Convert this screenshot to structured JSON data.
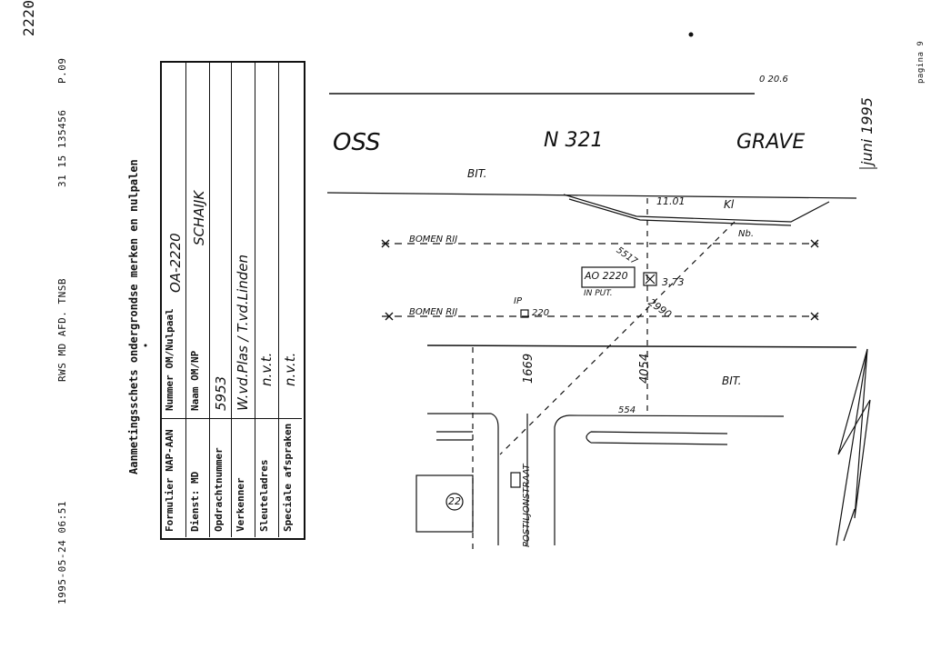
{
  "header": {
    "page_no": "2220",
    "fax_date": "1995-05-24  06:51",
    "fax_sender": "RWS MD AFD. TNSB",
    "fax_phone": "31 15 135456",
    "fax_page": "P.09"
  },
  "form": {
    "title": "Aanmetingsschets ondergrondse merken en nulpalen",
    "rows": [
      {
        "label": "Formulier NAP-AAN",
        "sub_label": "Nummer OM/Nulpaal",
        "value": "OA-2220"
      },
      {
        "label": "Dienst: MD",
        "sub_label": "Naam OM/NP",
        "value": "SCHAIJK"
      },
      {
        "label": "Opdrachtnummer",
        "value": "5953"
      },
      {
        "label": "Verkenner",
        "value": "W.vd.Plas / T.vd.Linden"
      },
      {
        "label": "Sleuteladres",
        "value": "n.v.t."
      },
      {
        "label": "Speciale afspraken",
        "value": "n.v.t."
      }
    ]
  },
  "sketch": {
    "from_place": "OSS",
    "road_no": "N 321",
    "to_place": "GRAVE",
    "date": "juni 1995",
    "corner_note": "0 20.6",
    "bit_top": "BIT.",
    "bit_bottom": "BIT.",
    "tree_row_1": "BOMEN RIJ",
    "tree_row_2": "BOMEN RIJ",
    "dist_top": "11.01",
    "kl_label": "Kl",
    "nb_label": "Nb.",
    "mark_box": "AO 2220",
    "mark_sub": "IN PUT.",
    "dist_373": "3.73",
    "dist_2990": "2990",
    "dist_5517": "5517",
    "ip_label": "IP",
    "ip_num": "220",
    "dist_1669": "1669",
    "dist_4054": "4054",
    "dist_554": "554",
    "street_name": "POSTILJONSTRAAT",
    "house_no": "22"
  },
  "side_note": "pagina 9"
}
